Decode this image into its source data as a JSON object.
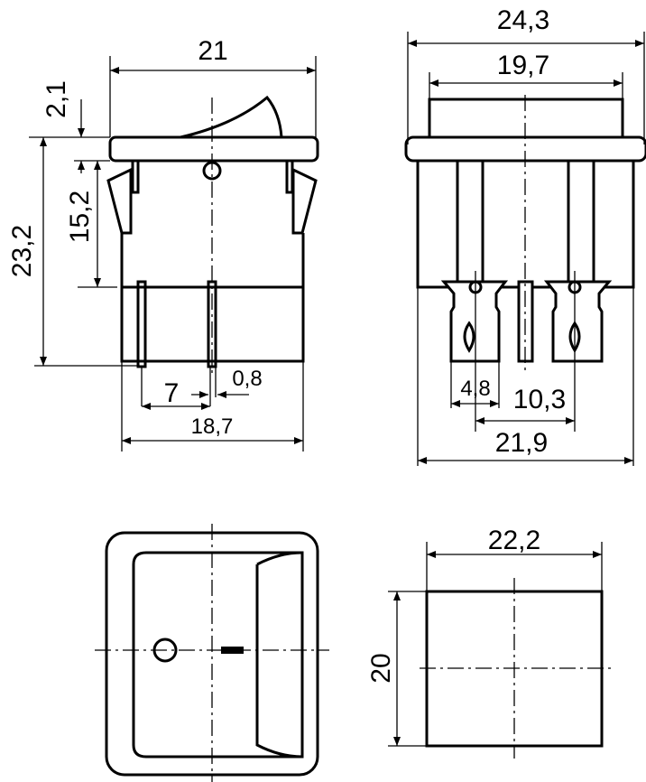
{
  "front_view": {
    "width": "21",
    "height_total": "23,2",
    "body_height": "15,2",
    "flange": "2,1",
    "pin_pitch": "7",
    "pin_thickness": "0,8",
    "body_width": "18,7"
  },
  "side_view": {
    "flange_width": "24,3",
    "top_width": "19,7",
    "terminal_width": "4,8",
    "terminal_pitch": "10,3",
    "body_width": "21,9"
  },
  "cutout_view": {
    "width": "22,2",
    "height": "20"
  },
  "colors": {
    "line": "#000000",
    "background": "#ffffff"
  }
}
